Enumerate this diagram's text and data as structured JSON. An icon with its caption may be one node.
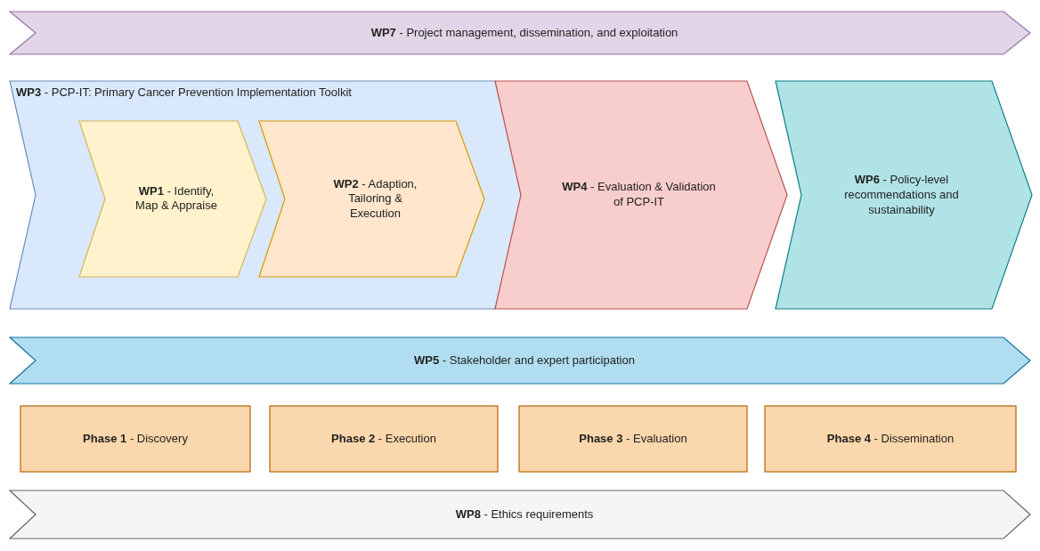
{
  "diagram": {
    "nodes": [
      {
        "text": [
          "**WP7** - Project management, dissemination, and exploitation"
        ]
      },
      {
        "text": [
          "**WP3** - PCP-IT: Primary Cancer Prevention Implementation Toolkit"
        ]
      },
      {
        "text": [
          "**WP1** - Identify, Map & Appraise"
        ],
        "in": 1
      },
      {
        "text": [
          "**WP2** - Adaption, Tailoring & Execution"
        ],
        "in": 1
      },
      {
        "text": [
          "**WP4** - Evaluation & Validation of PCP-IT"
        ]
      },
      {
        "text": [
          "**WP6** - Policy-level recommendations and sustainability"
        ]
      },
      {
        "text": [
          "**WP5** - Stakeholder and expert participation"
        ]
      },
      {
        "text": [
          "**Phase 1** - Discovery"
        ]
      },
      {
        "text": [
          "**Phase 2** - Execution"
        ]
      },
      {
        "text": [
          "**Phase 3** - Evaluation"
        ]
      },
      {
        "text": [
          "**Phase 4** - Dissemination"
        ]
      },
      {
        "text": [
          "**WP8** - Ethics requirements"
        ]
      }
    ]
  }
}
